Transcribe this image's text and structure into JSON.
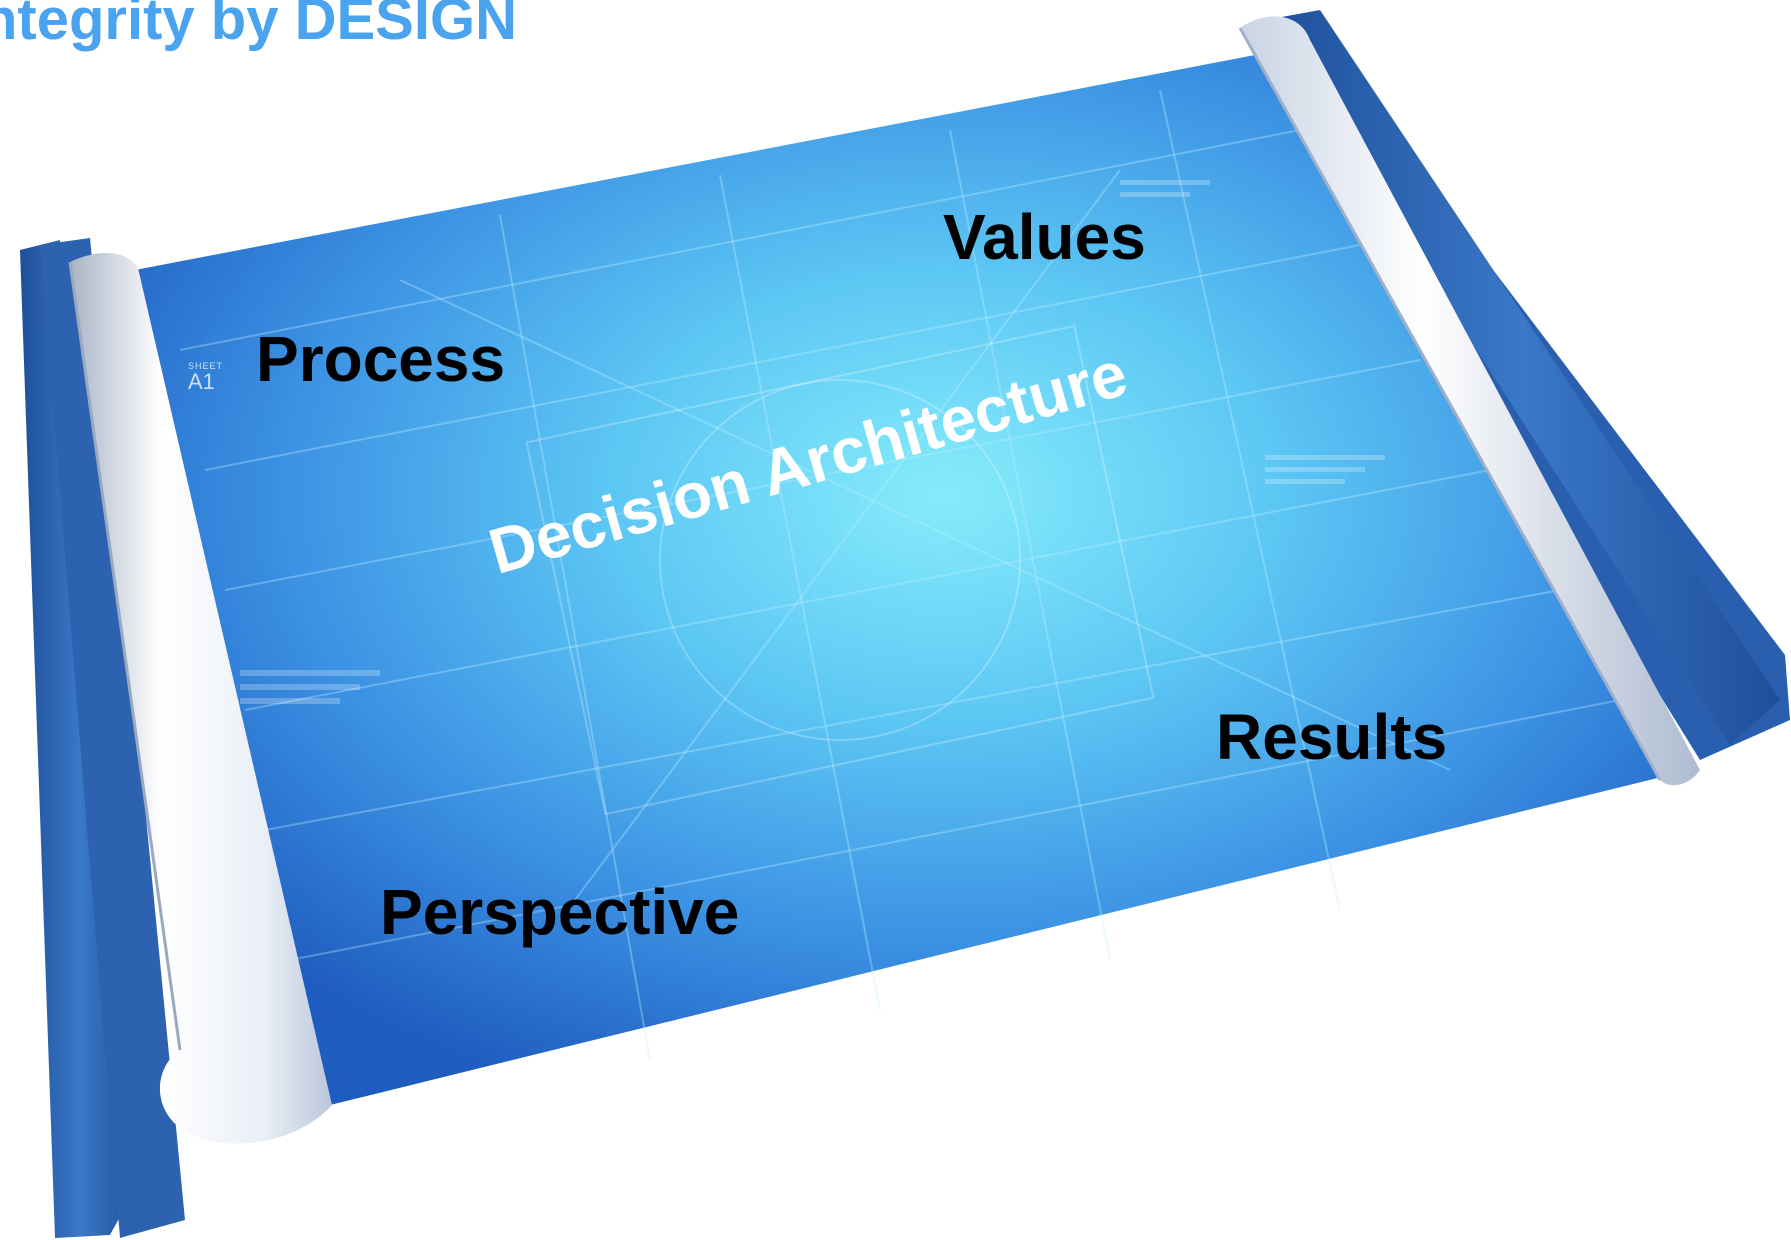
{
  "title": "ntegrity by DESIGN",
  "colors": {
    "title": "#4aa3ee",
    "paper_light": "#7fe6fb",
    "paper_mid": "#3fa5ec",
    "paper_dark": "#1f5fc0",
    "roll_blue": "#2f67b5",
    "text": "#000000",
    "diagonal_text": "#ffffff"
  },
  "blueprint": {
    "sheet_small": "SHEET",
    "sheet_id": "A1",
    "center_text": "Decision Architecture",
    "labels": {
      "values": "Values",
      "process": "Process",
      "results": "Results",
      "perspective": "Perspective"
    }
  }
}
